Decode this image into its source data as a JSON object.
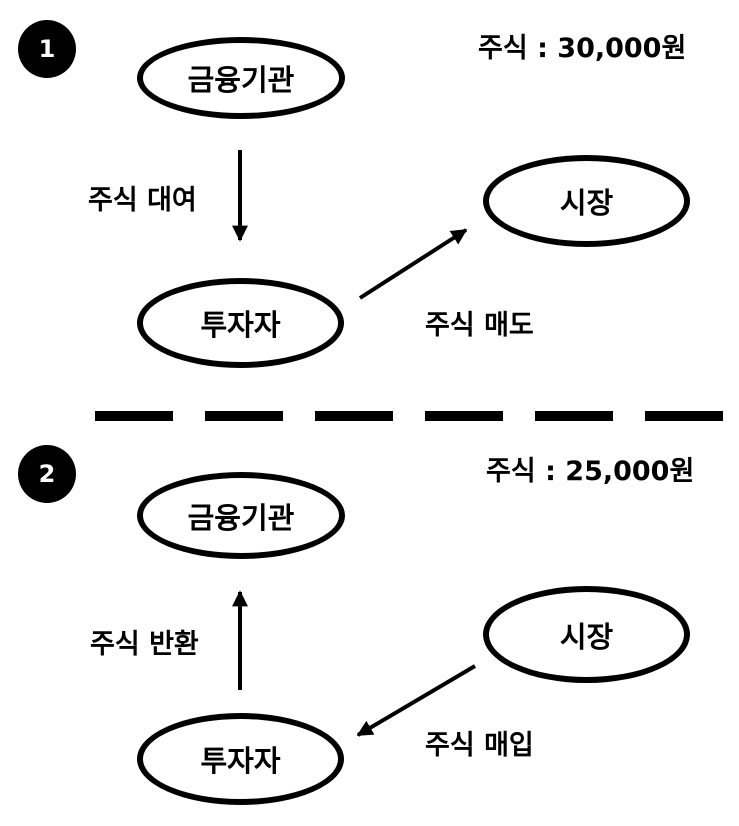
{
  "step1": {
    "number": "1",
    "price": "주식 : 30,000원",
    "lender": "금융기관",
    "investor": "투자자",
    "market": "시장",
    "borrow_label": "주식 대여",
    "sell_label": "주식 매도"
  },
  "step2": {
    "number": "2",
    "price": "주식 : 25,000원",
    "lender": "금융기관",
    "investor": "투자자",
    "market": "시장",
    "return_label": "주식 반환",
    "buy_label": "주식 매입"
  }
}
